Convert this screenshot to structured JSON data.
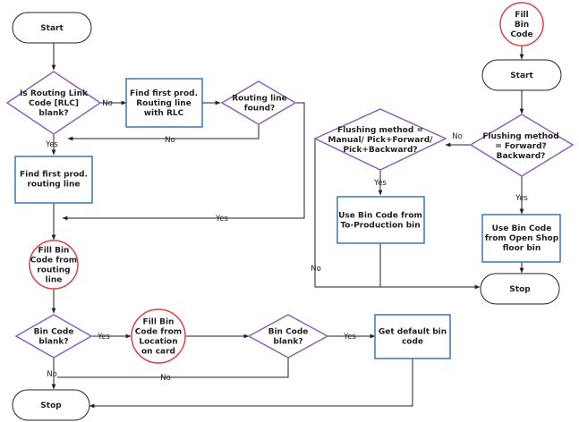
{
  "colors": {
    "line": "#222222",
    "diamond": "#8e63b3",
    "process": "#3a78b5",
    "connector": "#d9434a",
    "fill": "#ffffff"
  },
  "nodes": {
    "start_left": {
      "lines": [
        "Start"
      ]
    },
    "rlc_blank": {
      "lines": [
        "Is Routing Link",
        "Code [RLC]",
        "blank?"
      ]
    },
    "find_prod_rlc": {
      "lines": [
        "Find first prod.",
        "Routing line",
        "with RLC"
      ]
    },
    "routing_found": {
      "lines": [
        "Routing line",
        "found?"
      ]
    },
    "find_prod_routing": {
      "lines": [
        "Find first prod.",
        "routing line"
      ]
    },
    "fill_bin_routing": {
      "lines": [
        "Fill Bin",
        "Code from",
        "routing",
        "line"
      ]
    },
    "bin_blank_1": {
      "lines": [
        "Bin Code",
        "blank?"
      ]
    },
    "fill_bin_location": {
      "lines": [
        "Fill Bin",
        "Code from",
        "Location",
        "on card"
      ]
    },
    "bin_blank_2": {
      "lines": [
        "Bin Code",
        "blank?"
      ]
    },
    "get_default_bin": {
      "lines": [
        "Get default bin",
        "code"
      ]
    },
    "stop_left": {
      "lines": [
        "Stop"
      ]
    },
    "fill_bin_code": {
      "lines": [
        "Fill",
        "Bin",
        "Code"
      ]
    },
    "start_right": {
      "lines": [
        "Start"
      ]
    },
    "flush_forward": {
      "lines": [
        "Flushing method",
        "= Forward?",
        "Backward?"
      ]
    },
    "flush_manual": {
      "lines": [
        "Flushing method =",
        "Manual/ Pick+Forward/",
        "Pick+Backward?"
      ]
    },
    "use_bin_production": {
      "lines": [
        "Use Bin Code from",
        "To-Production bin"
      ]
    },
    "use_bin_open_shop": {
      "lines": [
        "Use Bin Code",
        "from Open Shop",
        "floor bin"
      ]
    },
    "stop_right": {
      "lines": [
        "Stop"
      ]
    }
  },
  "edges": {
    "rlc_no": "No",
    "rlc_yes": "Yes",
    "found_no": "No",
    "found_yes": "Yes",
    "bin1_yes": "Yes",
    "bin1_no": "No",
    "bin2_yes": "Yes",
    "bin2_no": "No",
    "forward_no": "No",
    "forward_yes": "Yes",
    "manual_yes": "Yes",
    "manual_no": "No"
  }
}
